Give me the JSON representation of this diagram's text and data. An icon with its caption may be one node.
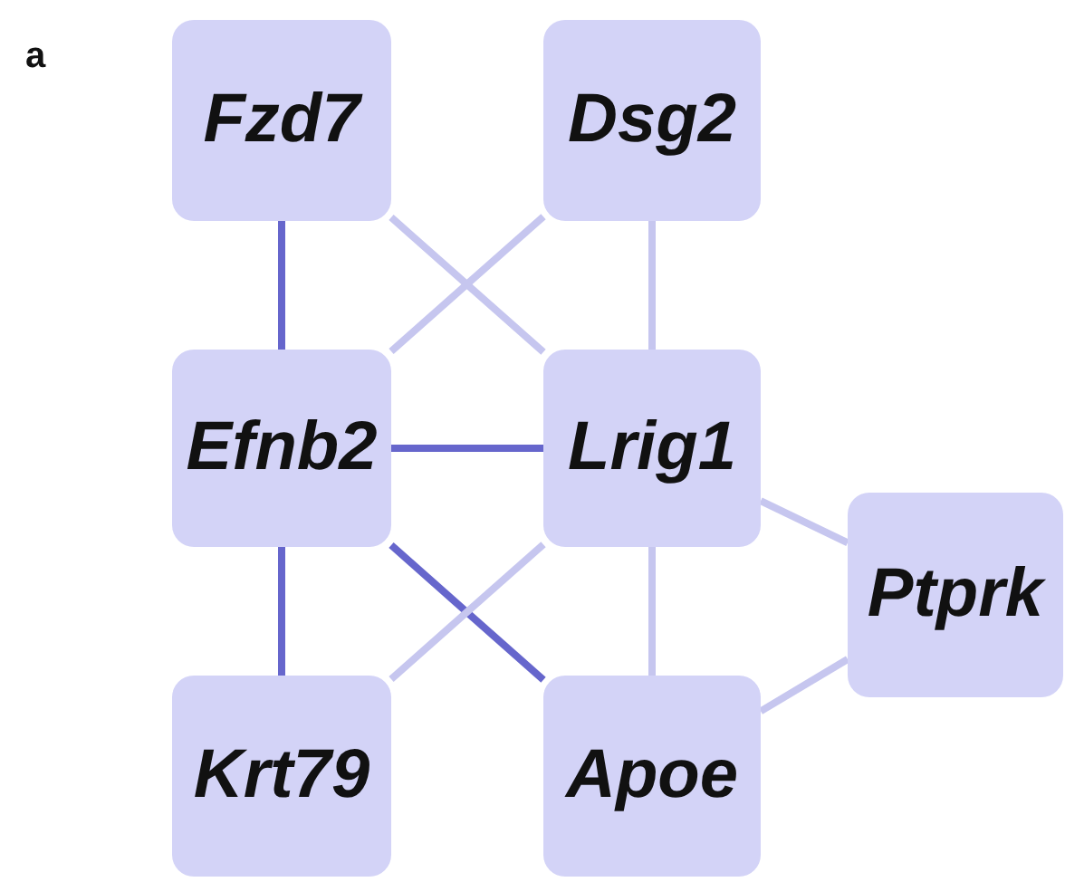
{
  "diagram": {
    "nodes": [
      {
        "text": [
          "Fzd7"
        ]
      },
      {
        "text": [
          "Dsg2"
        ]
      },
      {
        "text": [
          "Efnb2"
        ]
      },
      {
        "text": [
          "Lrig1"
        ]
      },
      {
        "text": [
          "Ptprk"
        ]
      },
      {
        "text": [
          "Krt79"
        ]
      },
      {
        "text": [
          "Apoe"
        ]
      }
    ],
    "edges": [
      {
        "from": 0,
        "to": 2,
        "arrow": "none",
        "color": "#6666cc"
      },
      {
        "from": 0,
        "to": 3,
        "arrow": "none"
      },
      {
        "from": 1,
        "to": 2,
        "arrow": "none"
      },
      {
        "from": 1,
        "to": 3,
        "arrow": "none"
      },
      {
        "from": 2,
        "to": 3,
        "arrow": "none",
        "color": "#6666cc"
      },
      {
        "from": 2,
        "to": 5,
        "arrow": "none",
        "color": "#6666cc"
      },
      {
        "from": 2,
        "to": 6,
        "arrow": "none",
        "color": "#6666cc"
      },
      {
        "from": 3,
        "to": 5,
        "arrow": "none"
      },
      {
        "from": 3,
        "to": 6,
        "arrow": "none"
      },
      {
        "from": 3,
        "to": 4,
        "arrow": "none"
      },
      {
        "from": 6,
        "to": 4,
        "arrow": "none"
      }
    ],
    "labels": [
      "a"
    ]
  }
}
